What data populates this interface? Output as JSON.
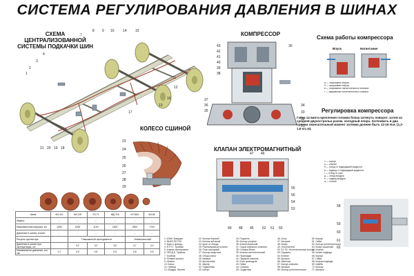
{
  "title": "СИСТЕМА РЕГУЛИРОВАНИЯ ДАВЛЕНИЯ В ШИНАХ",
  "sections": {
    "central": "СХЕМА ЦЕНТРАЛИЗОВАННОЙ СИСТЕМЫ ПОДКАЧКИ ШИН",
    "compressor": "КОМПРЕССОР",
    "compressor_scheme": "Схема работы компрессора",
    "intake": "Впуск",
    "discharge": "Нагнетание",
    "compressor_regulation": "Регулировка компрессора",
    "tyre_with_tube": "КОЛЕСО СШИНОЙ",
    "solenoid_valve": "КЛАПАН ЭЛЕКТРОМАГНИТНЫЙ"
  },
  "compressor_scheme_notes": [
    "а — открывание впуска",
    "б — закрывание впуска",
    "в — открывание нагнетательного клапана",
    "г — закрывание нагнетательного клапана"
  ],
  "regulation_text": "Гайка 14 винта крепления головки блока затянуть поворот, затем из средней двухострольн разом. холодный опора. Затягивать в два приема окончательный момент затяжки должен быть 12-16 Н.м. (1,2-1,6 кгс.м).",
  "solenoid_legend": [
    "1 — корпус",
    "а — клапан",
    "б — отвод от подводящей жидкости",
    "в — подвод от подводящей жидкости",
    "г — отвод от шин",
    "д — отвод воздуха",
    "е — подвод воздуха",
    "ж — стенка"
  ],
  "chassis_numbers": [
    "14",
    "15",
    "16",
    "17",
    "18",
    "19",
    "20",
    "21",
    "1",
    "2",
    "3",
    "4",
    "5",
    "6",
    "7",
    "8",
    "9",
    "10",
    "11",
    "12",
    "13"
  ],
  "wheel_numbers": [
    "23",
    "24",
    "25",
    "26",
    "27",
    "28",
    "29"
  ],
  "compressor_numbers": [
    "43",
    "42",
    "41",
    "40",
    "39",
    "38",
    "37",
    "36",
    "35",
    "34",
    "33",
    "32",
    "31",
    "30"
  ],
  "solenoid_numbers": [
    "49",
    "48",
    "47",
    "46",
    "45",
    "55",
    "56",
    "54",
    "53",
    "52",
    "51",
    "50"
  ],
  "valve_numbers": [
    "58",
    "59",
    "60",
    "61",
    "62"
  ],
  "tyre_table": {
    "headers": [
      "Шина",
      "КИ-113",
      "КИ-115",
      "Я-171",
      "ИД-П15",
      "И-П184",
      "КИ-80"
    ],
    "rows": [
      {
        "label": "Индекс",
        "values": [
          "...",
          "...",
          "...",
          "...",
          "...",
          "..."
        ]
      },
      {
        "label": "Максимальная нагрузка, кгс",
        "values": [
          "1050",
          "1050",
          "1100",
          "1600",
          "2500",
          "1700"
        ]
      },
      {
        "label": "Давление в шинах, кгс/см²",
        "values": [
          "...",
          "...",
          "...",
          "...",
          "...",
          "..."
        ]
      },
      {
        "label": "Рисунок протектора",
        "values": [
          "",
          "Повышенной проходимости",
          "",
          "",
          "Универсальный",
          ""
        ]
      },
      {
        "label": "Давление в шинах при эксплуатации, кгс",
        "values": [
          "",
          "3,2",
          "3,2",
          "3,5",
          "4,7",
          "3,3"
        ]
      },
      {
        "label": "Минимальное давление, кгс/см²",
        "values": [
          "0,7",
          "0,5",
          "0,5",
          "0,5",
          "0,8",
          "0,5"
        ]
      }
    ]
  },
  "legend_columns": [
    [
      "1. КЛАН. Вакуумн.",
      "2. ВЫКЛ.ЭЛ.ГЕЛ.",
      "3. Кран и привод...",
      "4. Ф.Р.Т.Г. Тройник",
      "5. Клапан электромагн.",
      "6. ПЕР.Д.Б. Тройник",
      "7. Тройник",
      "8. Осевые шланги",
      "9. Шланги",
      "10. Бачок",
      "11. Привод",
      "12. Воздуш. баллон"
    ],
    [
      "22. Колпак боковой",
      "23. Колпак зубчатый",
      "24. Кран от отвода",
      "25. Разнообразные шланги",
      "26. Пояс кольцевой",
      "27. Кольцо защитное",
      "28. Обод колеса",
      "29. Камера",
      "30. Крыльчатка",
      "31. Картер",
      "32. Подшипник",
      "33. Шатун"
    ],
    [
      "34. Поршень",
      "35. Кольцо упорное",
      "36. Клапан впускной",
      "37. Седло впускного клапана",
      "38. Головка блока",
      "39. Клапан нагнетательный",
      "40. Прокладка",
      "41. Пружина клапана",
      "42. Блок цилиндров",
      "43. Гайка",
      "44. Сальник",
      "45. Сердечник"
    ],
    [
      "46. Шток",
      "47. Катушка",
      "48. Кожух",
      "49. Уплотнитель",
      "50. 51. 52. Уплотнительные кольца",
      "53. Пружина",
      "54. Клапан",
      "55. Крышка",
      "56. Шпилька",
      "57. Корпус клапана",
      "58. Крышка",
      "59. Кольцо уплотнительное"
    ],
    [
      "60. Корпус",
      "61. Гайка",
      "62. Кольцо уплотнительное",
      "63. Кожух защитный",
      "64. Клапан",
      "65. Шланг подвода",
      "66. Корпус",
      "67. Гайка",
      "68. Клапан подвода",
      "69. Шайба",
      "70. Кольцо",
      "71. Крышка"
    ]
  ],
  "colors": {
    "frame": "#7a7a6a",
    "wheel": "#cfcf8a",
    "rubber": "#b05a3a",
    "air_line": "#9b3b2a",
    "metal": "#bfc6cc",
    "valve_body": "#dfe4e8",
    "section_red": "#c23b2d",
    "section_blue": "#3c7fbf"
  }
}
